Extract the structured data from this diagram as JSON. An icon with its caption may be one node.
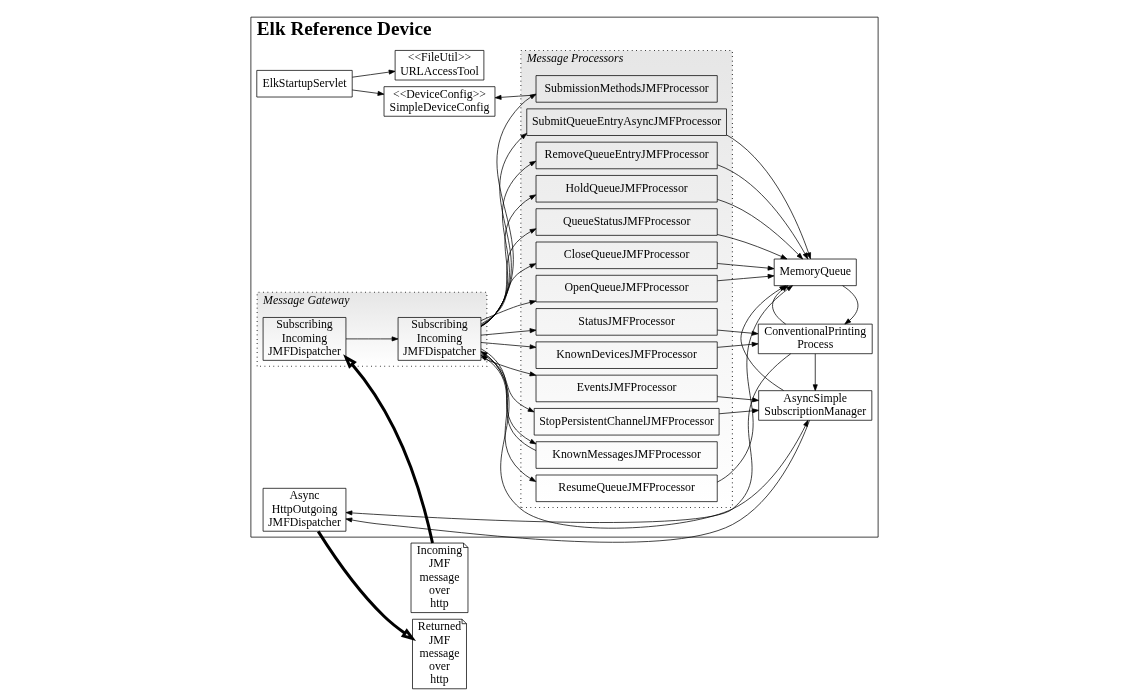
{
  "diagram": {
    "nodes": [
      {
        "text": [
          "Elk Reference Device"
        ]
      },
      {
        "text": [
          "Incoming JMF message over http"
        ]
      },
      {
        "text": [
          "Message Gateway"
        ],
        "in": 0
      },
      {
        "text": [
          "Subscribing Incoming JMFDispatcher"
        ],
        "in": 2
      },
      {
        "text": [
          "Subscribing Incoming JMFDispatcher"
        ],
        "in": 2
      },
      {
        "text": [
          "Message Processors"
        ],
        "in": 0
      },
      {
        "text": [
          "KnownMessagesJMFProcessor"
        ],
        "in": 5
      },
      {
        "text": [
          "HoldQueueJMFProcessor"
        ],
        "in": 5
      },
      {
        "text": [
          "QueueStatusJMFProcessor"
        ],
        "in": 5
      },
      {
        "text": [
          "ResumeQueueJMFProcessor"
        ],
        "in": 5
      },
      {
        "text": [
          "CloseQueueJMFProcessor"
        ],
        "in": 5
      },
      {
        "text": [
          "OpenQueueJMFProcessor"
        ],
        "in": 5
      },
      {
        "text": [
          "SubmitQueueEntryAsyncJMFProcessor"
        ],
        "in": 5
      },
      {
        "text": [
          "RemoveQueueEntryJMFProcessor"
        ],
        "in": 5
      },
      {
        "text": [
          "KnownDevicesJMFProcessor"
        ],
        "in": 5
      },
      {
        "text": [
          "StatusJMFProcessor"
        ],
        "in": 5
      },
      {
        "text": [
          "StopPersistentChannelJMFProcessor"
        ],
        "in": 5
      },
      {
        "text": [
          "EventsJMFProcessor"
        ],
        "in": 5
      },
      {
        "text": [
          "SubmissionMethodsJMFProcessor"
        ],
        "in": 5
      },
      {
        "text": [
          "ElkStartupServlet"
        ],
        "in": 0
      },
      {
        "text": [
          "<<FileUtil>> URLAccessTool"
        ],
        "in": 0
      },
      {
        "text": [
          "<<DeviceConfig>> SimpleDeviceConfig"
        ],
        "in": 0
      },
      {
        "text": [
          "AsyncSimple SubscriptionManager"
        ],
        "in": 0
      },
      {
        "text": [
          "Async HttpOutgoing JMFDispatcher"
        ],
        "in": 0
      },
      {
        "text": [
          "MemoryQueue"
        ],
        "in": 0
      },
      {
        "text": [
          "ConventionalPrinting Process"
        ],
        "in": 0
      },
      {
        "text": [
          "Returned JMF message over http"
        ]
      }
    ],
    "edges": [
      {
        "from": 1,
        "to": 3,
        "arrow": "to",
        "style": "thick"
      },
      {
        "from": 3,
        "to": 4,
        "arrow": "to"
      },
      {
        "from": 4,
        "to": 6,
        "arrow": "to"
      },
      {
        "from": 4,
        "to": 7,
        "arrow": "to"
      },
      {
        "from": 4,
        "to": 8,
        "arrow": "to"
      },
      {
        "from": 4,
        "to": 9,
        "arrow": "to"
      },
      {
        "from": 4,
        "to": 10,
        "arrow": "to"
      },
      {
        "from": 4,
        "to": 11,
        "arrow": "to"
      },
      {
        "from": 4,
        "to": 12,
        "arrow": "to"
      },
      {
        "from": 4,
        "to": 13,
        "arrow": "to"
      },
      {
        "from": 4,
        "to": 14,
        "arrow": "to"
      },
      {
        "from": 4,
        "to": 15,
        "arrow": "to"
      },
      {
        "from": 4,
        "to": 16,
        "arrow": "to"
      },
      {
        "from": 4,
        "to": 17,
        "arrow": "to"
      },
      {
        "from": 4,
        "to": 18,
        "arrow": "to"
      },
      {
        "from": 6,
        "to": 4,
        "arrow": "to"
      },
      {
        "from": 7,
        "to": 24,
        "arrow": "to"
      },
      {
        "from": 8,
        "to": 24,
        "arrow": "to"
      },
      {
        "from": 9,
        "to": 24,
        "arrow": "to"
      },
      {
        "from": 10,
        "to": 24,
        "arrow": "to"
      },
      {
        "from": 11,
        "to": 24,
        "arrow": "to"
      },
      {
        "from": 12,
        "to": 24,
        "arrow": "to"
      },
      {
        "from": 13,
        "to": 24,
        "arrow": "to"
      },
      {
        "from": 14,
        "to": 25,
        "arrow": "to"
      },
      {
        "from": 15,
        "to": 25,
        "arrow": "to"
      },
      {
        "from": 16,
        "to": 22,
        "arrow": "to"
      },
      {
        "from": 17,
        "to": 22,
        "arrow": "to"
      },
      {
        "from": 18,
        "to": 21,
        "arrow": "to"
      },
      {
        "from": 19,
        "to": 20,
        "arrow": "to"
      },
      {
        "from": 19,
        "to": 21,
        "arrow": "to"
      },
      {
        "from": 4,
        "to": 22,
        "arrow": "both"
      },
      {
        "from": 22,
        "to": 23,
        "arrow": "to"
      },
      {
        "from": 24,
        "to": 25,
        "arrow": "to"
      },
      {
        "from": 25,
        "to": 24,
        "arrow": "to"
      },
      {
        "from": 25,
        "to": 22,
        "arrow": "to"
      },
      {
        "from": 22,
        "to": 24,
        "arrow": "to"
      },
      {
        "from": 25,
        "to": 23,
        "arrow": "to"
      },
      {
        "from": 23,
        "to": 26,
        "arrow": "to",
        "style": "thick"
      }
    ]
  }
}
